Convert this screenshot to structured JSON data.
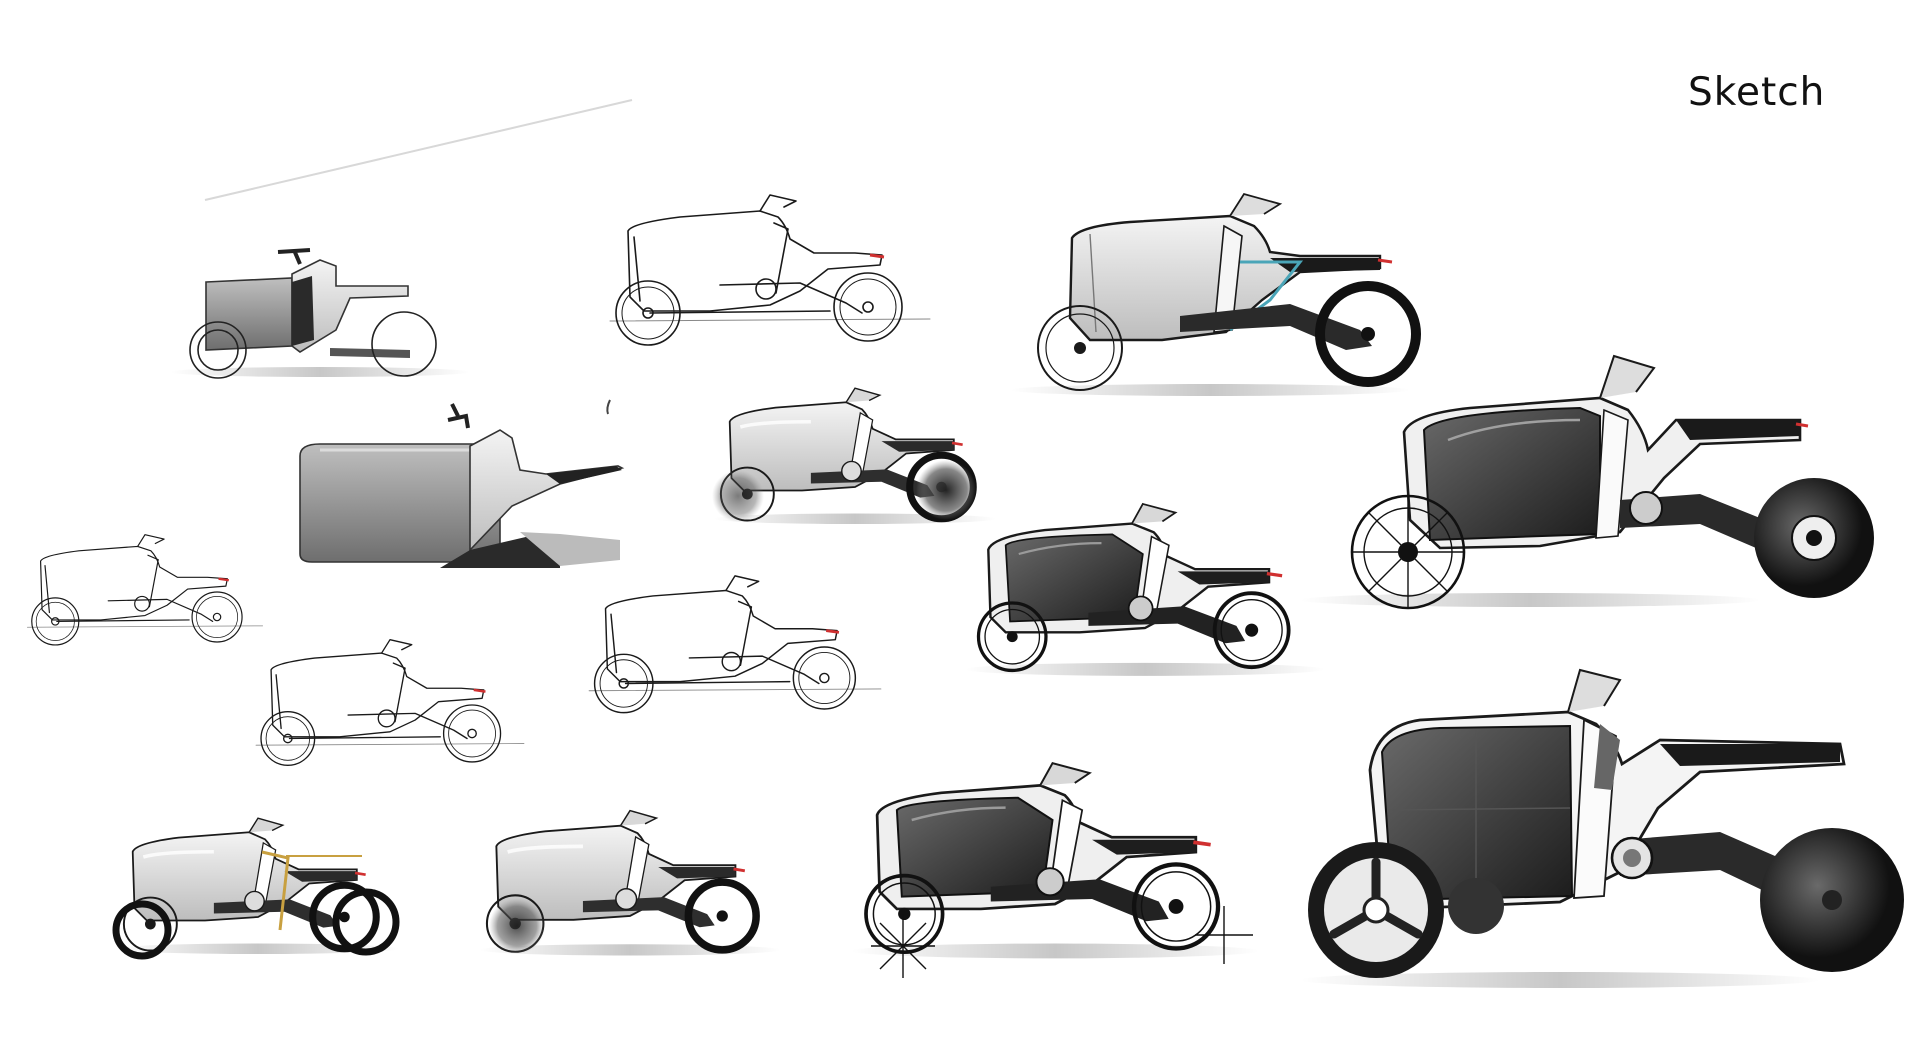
{
  "title": "Sketch",
  "colors": {
    "ink": "#1a1a1a",
    "body_light": "#e8e8e8",
    "body_mid": "#9a9a9a",
    "body_dark": "#3a3a3a",
    "tail_light": "#d03030",
    "accent_teal": "#4aa5b8",
    "accent_gold": "#c8a040"
  },
  "sketches": [
    {
      "id": "r1-shaded-small",
      "style": "shaded",
      "tone": "mid",
      "front": "double",
      "rear": "line"
    },
    {
      "id": "r1-line-mid",
      "style": "line",
      "tone": "none",
      "front": "line",
      "rear": "line"
    },
    {
      "id": "r1-shaded-teal",
      "style": "shaded",
      "tone": "light",
      "front": "line",
      "rear": "solid",
      "accent": "teal"
    },
    {
      "id": "r2-block-render",
      "style": "block",
      "tone": "mid",
      "front": "none",
      "rear": "none"
    },
    {
      "id": "r2-soft-render",
      "style": "shaded",
      "tone": "light",
      "front": "line",
      "rear": "blur"
    },
    {
      "id": "r2-large-render",
      "style": "shaded",
      "tone": "dark",
      "front": "spoke",
      "rear": "solid"
    },
    {
      "id": "r3-line-left",
      "style": "line",
      "tone": "none",
      "front": "line",
      "rear": "line"
    },
    {
      "id": "r3-line-center",
      "style": "line",
      "tone": "none",
      "front": "line",
      "rear": "line"
    },
    {
      "id": "r3-dark-window",
      "style": "shaded",
      "tone": "dark",
      "front": "line",
      "rear": "line"
    },
    {
      "id": "r4-line-small",
      "style": "line",
      "tone": "none",
      "front": "line",
      "rear": "line"
    },
    {
      "id": "r5-gold",
      "style": "shaded",
      "tone": "light",
      "front": "solid",
      "rear": "solid",
      "accent": "gold"
    },
    {
      "id": "r5-sketch-shaded",
      "style": "shaded",
      "tone": "light",
      "front": "solid",
      "rear": "line"
    },
    {
      "id": "r5-dark-render",
      "style": "shaded",
      "tone": "dark",
      "front": "spoke",
      "rear": "solid"
    },
    {
      "id": "r5-hero",
      "style": "shaded",
      "tone": "dark",
      "front": "rotor",
      "rear": "solid"
    }
  ]
}
